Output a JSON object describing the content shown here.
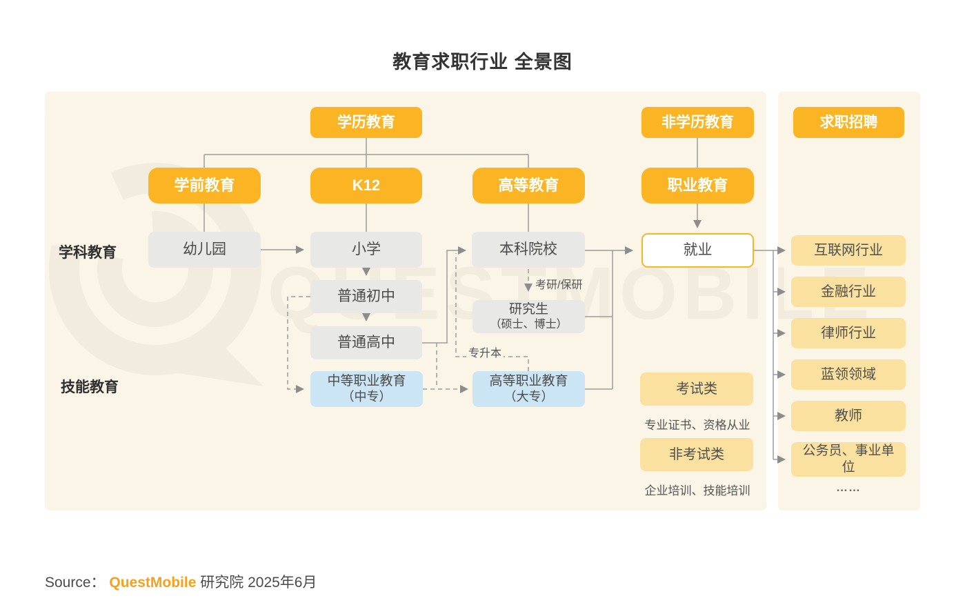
{
  "title": "教育求职行业 全景图",
  "watermark": {
    "text": "QUESTMOBILE"
  },
  "colors": {
    "accent_orange": "#FBB424",
    "panel_cream": "#FBF5E8",
    "node_gray": "#E8E8E6",
    "node_blue": "#CBE5F4",
    "node_yellow": "#FBE19F",
    "line_gray": "#9B9B9B",
    "brand_orange": "#F8A01E"
  },
  "headers": {
    "xueli": "学历教育",
    "fei_xueli": "非学历教育",
    "qiuzhi_zhaopin": "求职招聘"
  },
  "level2": {
    "xueqian": "学前教育",
    "k12": "K12",
    "gaodeng": "高等教育",
    "zhiye": "职业教育"
  },
  "side_labels": {
    "subject": "学科教育",
    "skill": "技能教育"
  },
  "nodes": {
    "youeryuan": "幼儿园",
    "xiaoxue": "小学",
    "benke": "本科院校",
    "jiuye": "就业",
    "putong_chuzhong": "普通初中",
    "putong_gaozhong": "普通高中",
    "zhongzhuan_l1": "中等职业教育",
    "zhongzhuan_l2": "（中专）",
    "yanjiusheng_l1": "研究生",
    "yanjiusheng_l2": "（硕士、博士）",
    "dazhuan_l1": "高等职业教育",
    "dazhuan_l2": "（大专）",
    "kaoshi": "考试类",
    "kaoshi_caption": "专业证书、资格从业",
    "fei_kaoshi": "非考试类",
    "fei_kaoshi_caption": "企业培训、技能培训"
  },
  "edge_labels": {
    "kaoyan": "考研/保研",
    "zhuanshengben": "专升本"
  },
  "industries": [
    "互联网行业",
    "金融行业",
    "律师行业",
    "蓝领领域",
    "教师",
    "公务员、事业单位"
  ],
  "industries_more": "……",
  "source": {
    "prefix": "Source：",
    "brand": "QuestMobile",
    "suffix": " 研究院 2025年6月"
  }
}
